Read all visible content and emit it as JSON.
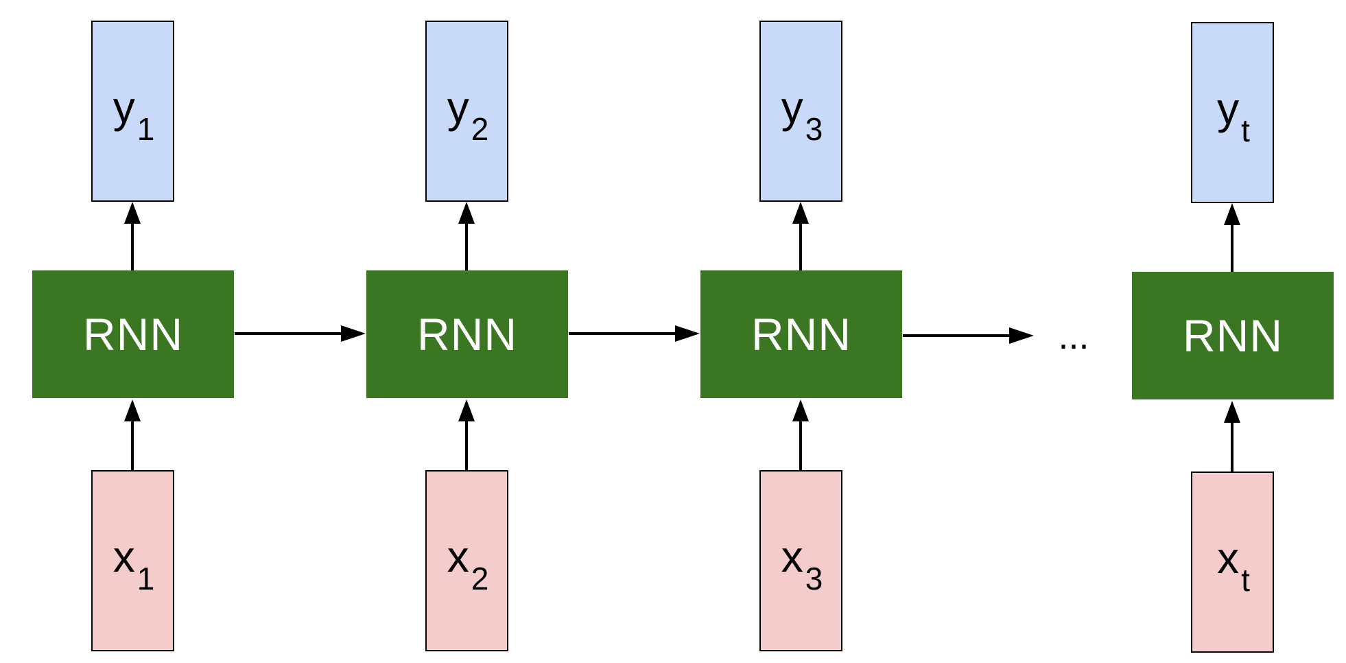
{
  "colors": {
    "output_fill": "#c9daf8",
    "input_fill": "#f4cccc",
    "rnn_fill": "#3b7622",
    "rnn_text": "#ffffff",
    "arrow": "#000000",
    "border": "#000000"
  },
  "columns": [
    {
      "output": {
        "var": "y",
        "sub": "1"
      },
      "cell": {
        "label": "RNN"
      },
      "input": {
        "var": "x",
        "sub": "1"
      }
    },
    {
      "output": {
        "var": "y",
        "sub": "2"
      },
      "cell": {
        "label": "RNN"
      },
      "input": {
        "var": "x",
        "sub": "2"
      }
    },
    {
      "output": {
        "var": "y",
        "sub": "3"
      },
      "cell": {
        "label": "RNN"
      },
      "input": {
        "var": "x",
        "sub": "3"
      }
    },
    {
      "output": {
        "var": "y",
        "sub": "t"
      },
      "cell": {
        "label": "RNN"
      },
      "input": {
        "var": "x",
        "sub": "t"
      }
    }
  ],
  "ellipsis": "..."
}
